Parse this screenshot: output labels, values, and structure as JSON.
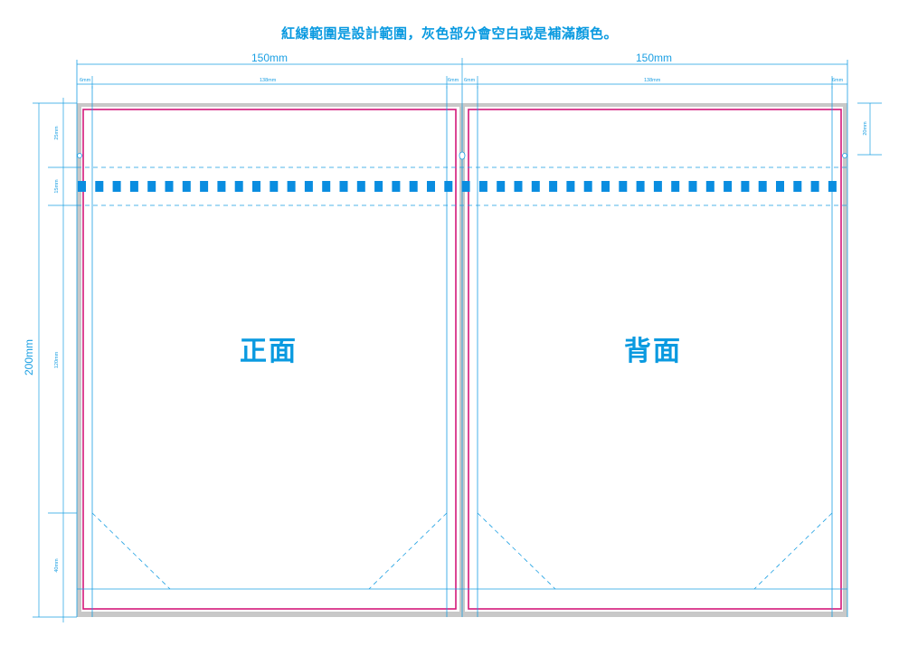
{
  "title": "紅線範圍是設計範圍，灰色部分會空白或是補滿顏色。",
  "panels": {
    "front_label": "正面",
    "back_label": "背面"
  },
  "dimensions": {
    "width_left": "150mm",
    "width_right": "150mm",
    "margin_l1": "6mm",
    "inner_left": "138mm",
    "margin_l2": "6mm",
    "margin_r1": "6mm",
    "inner_right": "138mm",
    "margin_r2": "6mm",
    "height_total": "200mm",
    "seg_top": "25mm",
    "seg_perf": "15mm",
    "seg_body": "120mm",
    "seg_pocket": "40mm",
    "tab_right": "20mm"
  },
  "colors": {
    "bleed_gray": "#c8c8c8",
    "safe_red": "#d4187a",
    "guide_blue": "#1a9fe3",
    "perf_blue": "#0a8de0"
  }
}
